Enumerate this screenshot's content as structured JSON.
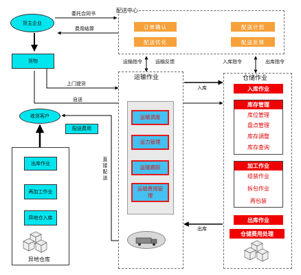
{
  "nodes": {
    "shipper": "货主企业",
    "goods": "货物",
    "customer": "收货客户",
    "delivery_fee": "配送费用",
    "distribution_center": "配送中心",
    "center_items": [
      "订单确认",
      "配送计划",
      "配送优化",
      "配送反馈"
    ],
    "transport_title": "运输作业",
    "transport_items": [
      "运输调度",
      "运力管理",
      "运输跟踪",
      "运输费用管理"
    ],
    "warehouse_title": "仓储作业",
    "inbound_op": "入库作业",
    "inventory_mgmt": "库存管理",
    "inventory_items": [
      "库位管理",
      "盘点管理",
      "库存调整",
      "库存查询"
    ],
    "processing_op": "加工作业",
    "processing_items": [
      "组装作业",
      "拆包作业",
      "再包装"
    ],
    "outbound_op": "出库作业",
    "storage_fee": "仓储费用处理",
    "remote_items": [
      "出库作业",
      "再加工作业",
      "异地仓入库"
    ],
    "remote_warehouse": "异地仓库"
  },
  "edges": {
    "contract": "委托合同书",
    "fee_settle": "费用结算",
    "transport_cmd": "运输指令",
    "transport_fb": "运输反馈",
    "inbound_cmd": "入库指令",
    "outbound_cmd": "出库指令",
    "pickup": "上门提货",
    "self_send": "自送",
    "inbound": "入库",
    "outbound": "出库",
    "direct": "直接配送"
  },
  "colors": {
    "cyan": "#00e5ee",
    "orange": "#f7a13a",
    "blue": "#44c1f0",
    "red": "#f00000"
  }
}
